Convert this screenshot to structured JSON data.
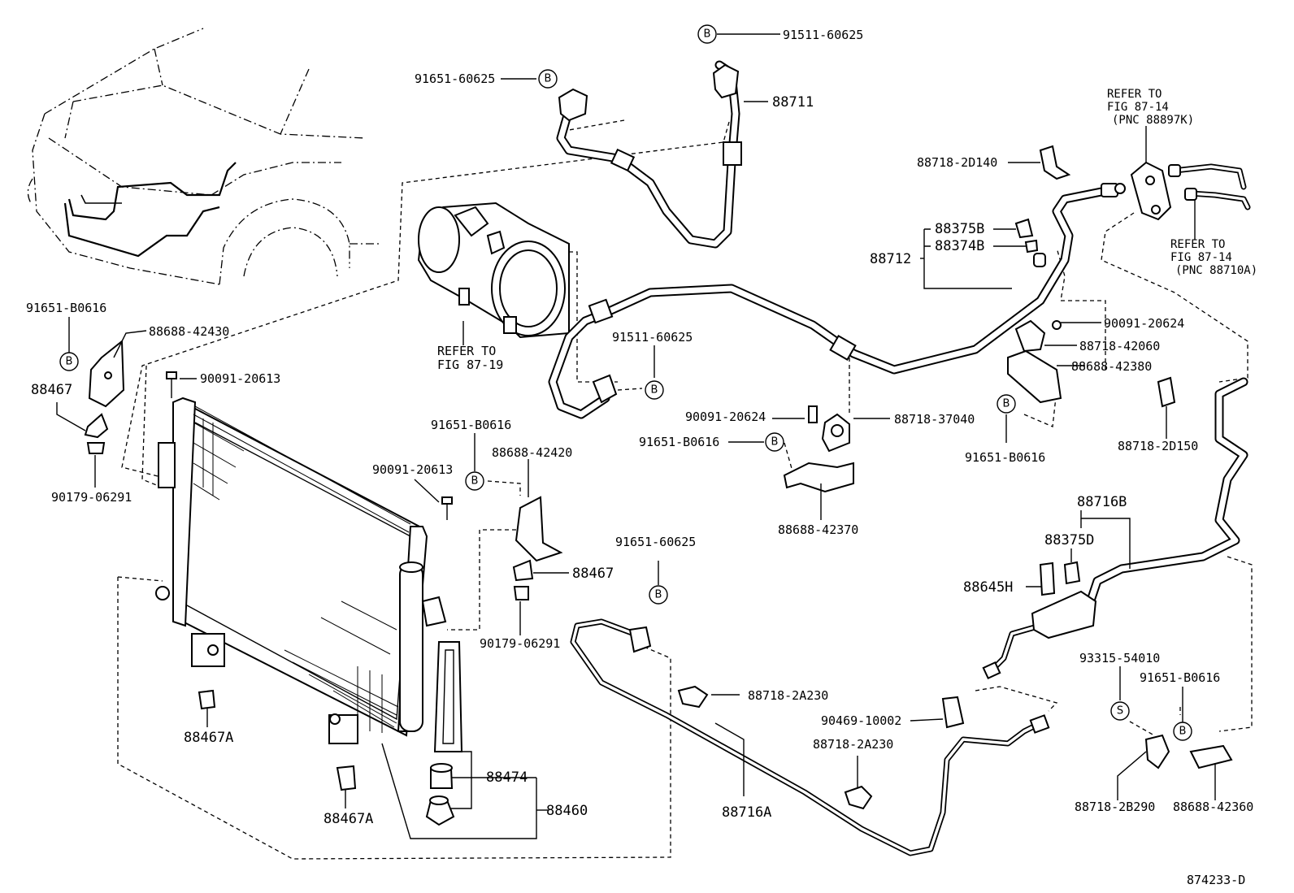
{
  "diagram_id": "874233-D",
  "callout_letters": {
    "b": "B",
    "s": "S"
  },
  "labels": {
    "p91511_60625_top": "91511-60625",
    "p91651_60625_top": "91651-60625",
    "p88711": "88711",
    "p91651_B0616_left": "91651-B0616",
    "p88688_42430": "88688-42430",
    "p88467_left": "88467",
    "p90179_06291_left": "90179-06291",
    "p90091_20613_top": "90091-20613",
    "refer_87_19_l1": "REFER TO",
    "refer_87_19_l2": "FIG 87-19",
    "p91511_60625_mid": "91511-60625",
    "p91651_B0616_mid": "91651-B0616",
    "p88688_42420": "88688-42420",
    "p90091_20613_mid": "90091-20613",
    "p88467_mid": "88467",
    "p90179_06291_mid": "90179-06291",
    "p88467A_1": "88467A",
    "p88467A_2": "88467A",
    "p88474": "88474",
    "p88460": "88460",
    "p90091_20624_mid": "90091-20624",
    "p88718_37040": "88718-37040",
    "p91651_B0616_center": "91651-B0616",
    "p88688_42370": "88688-42370",
    "p91651_60625_low": "91651-60625",
    "p88718_2A230_a": "88718-2A230",
    "p88716A": "88716A",
    "p90469_10002": "90469-10002",
    "p88718_2A230_b": "88718-2A230",
    "p88718_2D140": "88718-2D140",
    "p88375B": "88375B",
    "p88374B": "88374B",
    "p88712": "88712",
    "refer_87_14_a_l1": "REFER TO",
    "refer_87_14_a_l2": "FIG 87-14",
    "refer_87_14_a_l3": "(PNC 88897K)",
    "refer_87_14_b_l1": "REFER TO",
    "refer_87_14_b_l2": "FIG 87-14",
    "refer_87_14_b_l3": "(PNC 88710A)",
    "p90091_20624_right": "90091-20624",
    "p88718_42060": "88718-42060",
    "p88688_42380": "88688-42380",
    "p91651_B0616_right": "91651-B0616",
    "p88718_2D150": "88718-2D150",
    "p88716B": "88716B",
    "p88375D": "88375D",
    "p88645H": "88645H",
    "p93315_54010": "93315-54010",
    "p91651_B0616_far": "91651-B0616",
    "p88718_2B290": "88718-2B290",
    "p88688_42360": "88688-42360"
  }
}
